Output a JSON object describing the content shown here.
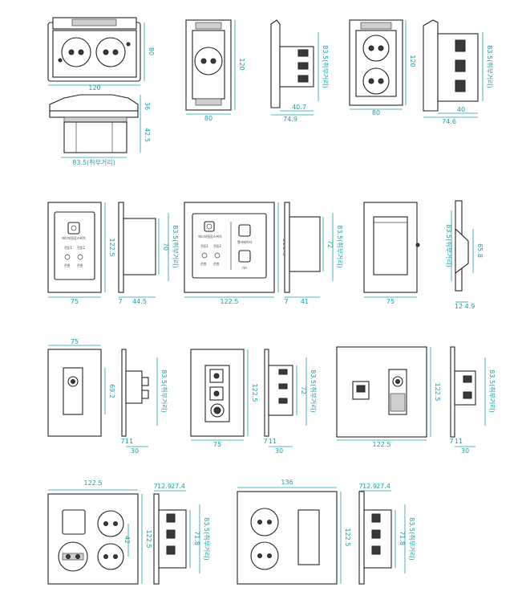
{
  "dimensions": {
    "d1_w": "120",
    "d1_h": "80",
    "d1_depth": "36",
    "d1_depth2": "42.5",
    "d1_center": "83.5(취부거리)",
    "d2_w": "80",
    "d2_h": "120",
    "d2_side_center": "83.5(취부거리)",
    "d2_side_d1": "40.7",
    "d2_side_d2": "74.9",
    "d3_w": "80",
    "d3_h": "120",
    "d3_side_center": "83.5(취부거리)",
    "d3_side_d1": "40",
    "d3_side_d2": "74.6",
    "b1_w": "75",
    "b1_h": "122.5",
    "b1_side_h": "70",
    "b1_side_center": "83.5(취부거리)",
    "b1_side_d1": "7",
    "b1_side_d2": "44.5",
    "b2_w": "122.5",
    "b2_h": "122.5",
    "b2_side_h": "72",
    "b2_side_center": "83.5(취부거리)",
    "b2_side_d1": "7",
    "b2_side_d2": "41",
    "b3_w": "75",
    "b3_side_center": "83.5(취부거리)",
    "b3_side_h": "65.8",
    "b3_side_d1": "12",
    "b3_side_d2": "4.9",
    "c1_w": "75",
    "c1_h": "69.2",
    "c1_side_center": "83.5(취부거리)",
    "c1_side_d1": "7",
    "c1_side_d2": "11",
    "c1_side_d3": "30",
    "c2_w": "75",
    "c2_h": "122.5",
    "c2_side_center": "83.5(취부거리)",
    "c2_side_h": "72",
    "c2_side_d1": "7",
    "c2_side_d2": "11",
    "c2_side_d3": "30",
    "c3_w": "122.5",
    "c3_h": "122.5",
    "c3_side_center": "83.5(취부거리)",
    "c3_side_d1": "7",
    "c3_side_d2": "11",
    "c3_side_d3": "30",
    "e1_w": "122.5",
    "e1_h": "122.5",
    "e1_gap": "42",
    "e1_side_d1": "7",
    "e1_side_d2": "12.9",
    "e1_side_d3": "27.4",
    "e1_side_h": "71.8",
    "e1_side_center": "83.5(취부거리)",
    "e2_w": "136",
    "e2_h": "122.5",
    "e2_side_d1": "7",
    "e2_side_d2": "12.9",
    "e2_side_d3": "27.4",
    "e2_side_h": "71.8",
    "e2_side_center": "83.5(취부거리)"
  },
  "panel_labels": {
    "eco_switch": "에너지절감스위치",
    "lamp1": "전등1",
    "lamp2": "전등2",
    "on_off": "전원",
    "elevator": "엘리베이터",
    "gas": "가스"
  }
}
